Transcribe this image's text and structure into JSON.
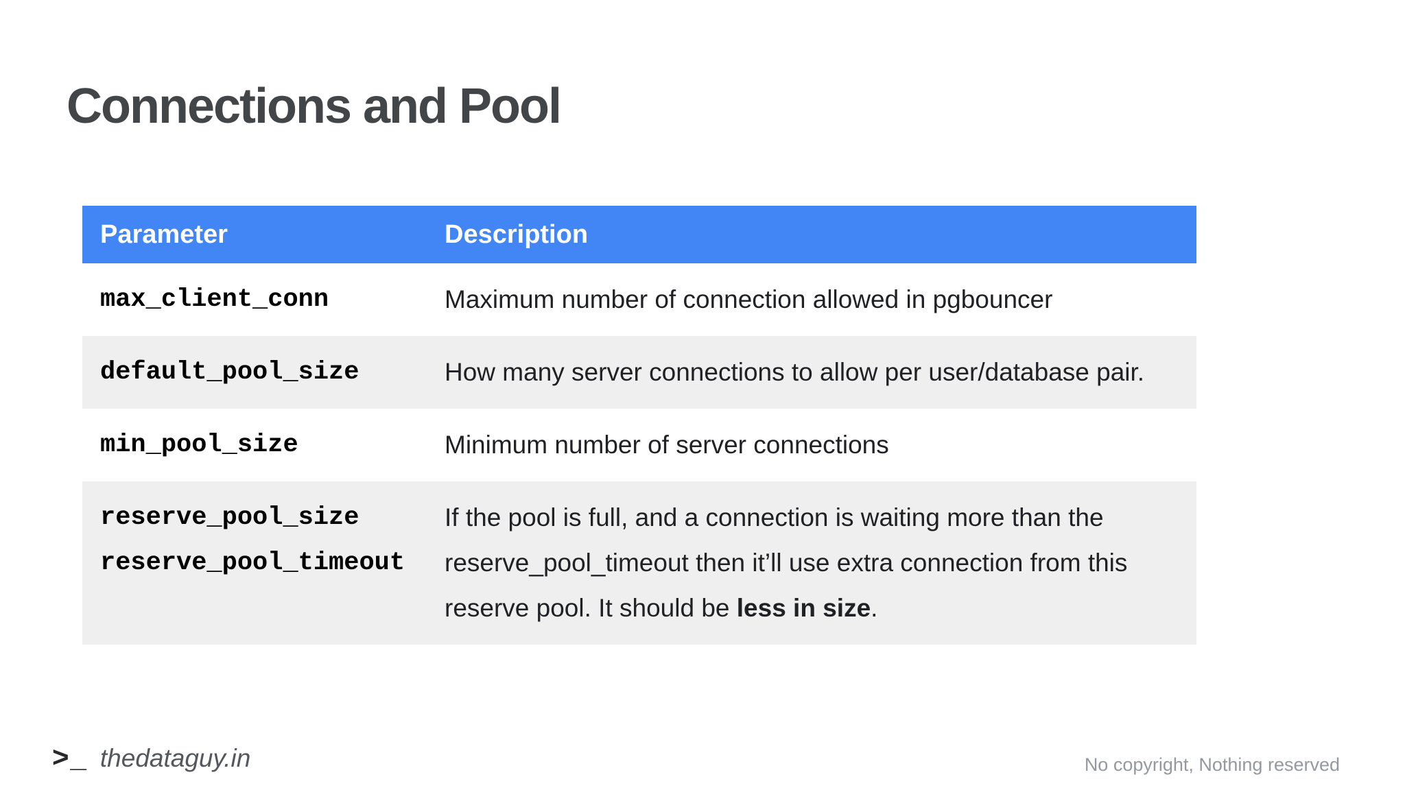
{
  "title": "Connections and Pool",
  "colors": {
    "header_bg": "#4285f4",
    "header_text": "#ffffff",
    "shaded_row_bg": "#efefef",
    "title_text": "#434649",
    "body_text": "#202124"
  },
  "table": {
    "headers": [
      "Parameter",
      "Description"
    ],
    "rows": [
      {
        "shaded": false,
        "params": [
          "max_client_conn"
        ],
        "description": [
          {
            "text": "Maximum number of connection allowed in pgbouncer",
            "bold": false
          }
        ]
      },
      {
        "shaded": true,
        "params": [
          "default_pool_size"
        ],
        "description": [
          {
            "text": "How many server connections to allow per user/database pair.",
            "bold": false
          }
        ]
      },
      {
        "shaded": false,
        "params": [
          "min_pool_size"
        ],
        "description": [
          {
            "text": "Minimum number of server connections",
            "bold": false
          }
        ]
      },
      {
        "shaded": true,
        "params": [
          "reserve_pool_size",
          "reserve_pool_timeout"
        ],
        "description": [
          {
            "text": "If the pool is full, and a connection is waiting more than the reserve_pool_timeout then it’ll use extra connection from this reserve pool. It should be ",
            "bold": false
          },
          {
            "text": "less in size",
            "bold": true
          },
          {
            "text": ".",
            "bold": false
          }
        ]
      }
    ]
  },
  "footer": {
    "prompt": ">_",
    "site": "thedataguy.in",
    "copyright": "No copyright, Nothing reserved"
  }
}
